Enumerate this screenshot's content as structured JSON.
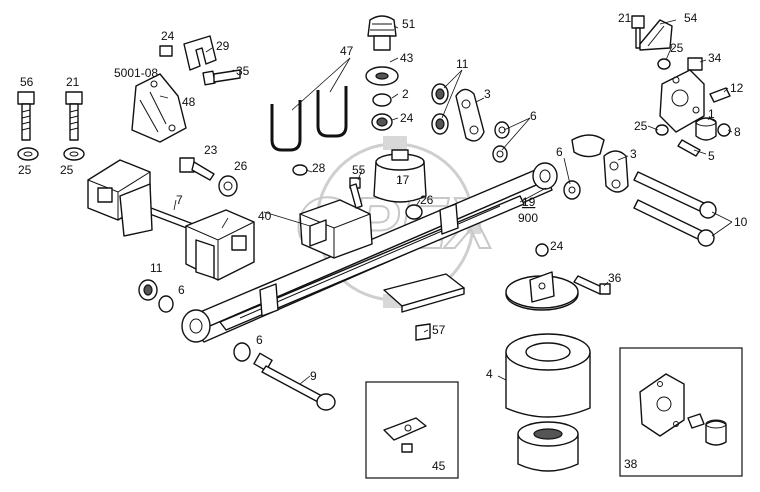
{
  "diagram": {
    "watermark": "OPEX",
    "labels": {
      "l51": "51",
      "l43": "43",
      "l47": "47",
      "l2": "2",
      "l24a": "24",
      "l24b": "24",
      "l29": "29",
      "l35": "35",
      "l5001": "5001-08",
      "l48": "48",
      "l56": "56",
      "l21a": "21",
      "l25a": "25",
      "l25b": "25",
      "l23": "23",
      "l26a": "26",
      "l7": "7",
      "l40": "40",
      "l28": "28",
      "l55": "55",
      "l17": "17",
      "l26b": "26",
      "l11a": "11",
      "l3a": "3",
      "l6a": "6",
      "l19": "19",
      "l900": "900",
      "l21b": "21",
      "l54": "54",
      "l25c": "25",
      "l34": "34",
      "l12": "12",
      "l1": "1",
      "l25d": "25",
      "l8": "8",
      "l5": "5",
      "l6b": "6",
      "l3b": "3",
      "l10": "10",
      "l24c": "24",
      "l36": "36",
      "l57": "57",
      "l11b": "11",
      "l6c": "6",
      "l6d": "6",
      "l9": "9",
      "l4": "4",
      "l45": "45",
      "l38": "38"
    }
  }
}
